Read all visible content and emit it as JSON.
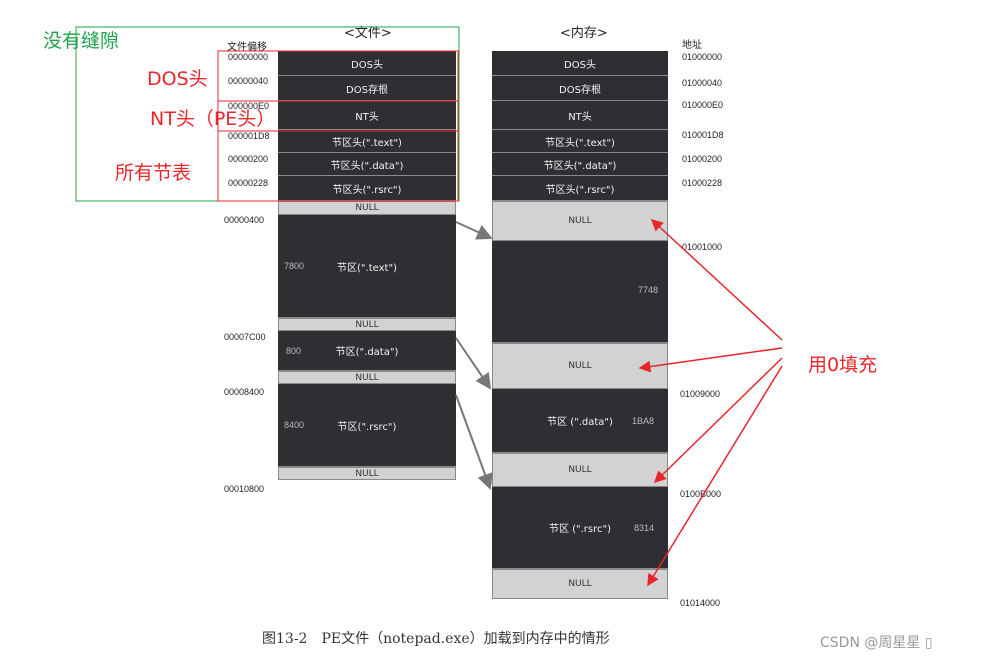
{
  "titles": {
    "file": "<文件>",
    "memory": "<内存>"
  },
  "col_headers": {
    "file_offset": "文件偏移",
    "address": "地址"
  },
  "file_blocks": [
    {
      "label": "DOS头",
      "type": "dark"
    },
    {
      "label": "DOS存根",
      "type": "dark"
    },
    {
      "label": "NT头",
      "type": "dark"
    },
    {
      "label": "节区头(\".text\")",
      "type": "dark"
    },
    {
      "label": "节区头(\".data\")",
      "type": "dark"
    },
    {
      "label": "节区头(\".rsrc\")",
      "type": "dark"
    },
    {
      "label": "NULL",
      "type": "null"
    },
    {
      "label": "节区(\".text\")",
      "type": "dark",
      "size": "7800"
    },
    {
      "label": "NULL",
      "type": "null"
    },
    {
      "label": "节区(\".data\")",
      "type": "dark",
      "size": "800"
    },
    {
      "label": "NULL",
      "type": "null"
    },
    {
      "label": "节区(\".rsrc\")",
      "type": "dark",
      "size": "8400"
    },
    {
      "label": "NULL",
      "type": "null"
    }
  ],
  "mem_blocks": [
    {
      "label": "DOS头",
      "type": "dark"
    },
    {
      "label": "DOS存根",
      "type": "dark"
    },
    {
      "label": "NT头",
      "type": "dark"
    },
    {
      "label": "节区头(\".text\")",
      "type": "dark"
    },
    {
      "label": "节区头(\".data\")",
      "type": "dark"
    },
    {
      "label": "节区头(\".rsrc\")",
      "type": "dark"
    },
    {
      "label": "NULL",
      "type": "null"
    },
    {
      "label": "",
      "type": "dark",
      "size": "7748"
    },
    {
      "label": "NULL",
      "type": "null"
    },
    {
      "label": "节区 (\".data\")",
      "type": "dark",
      "size": "1BA8"
    },
    {
      "label": "NULL",
      "type": "null"
    },
    {
      "label": "节区 (\".rsrc\")",
      "type": "dark",
      "size": "8314"
    },
    {
      "label": "NULL",
      "type": "null"
    }
  ],
  "file_offsets": [
    "00000000",
    "00000040",
    "000000E0",
    "000001D8",
    "00000200",
    "00000228",
    "00000400",
    "00007C00",
    "00008400",
    "00010800"
  ],
  "mem_addresses": [
    "01000000",
    "01000040",
    "010000E0",
    "010001D8",
    "01000200",
    "01000228",
    "01001000",
    "01009000",
    "0100B000",
    "01014000"
  ],
  "annotations": {
    "no_gap": "没有缝隙",
    "dos_header": "DOS头",
    "nt_header": "NT头（PE头）",
    "section_tables": "所有节表",
    "zero_fill": "用0填充"
  },
  "caption": "图13-2　PE文件（notepad.exe）加载到内存中的情形",
  "watermark": "CSDN @周星星 ▯"
}
